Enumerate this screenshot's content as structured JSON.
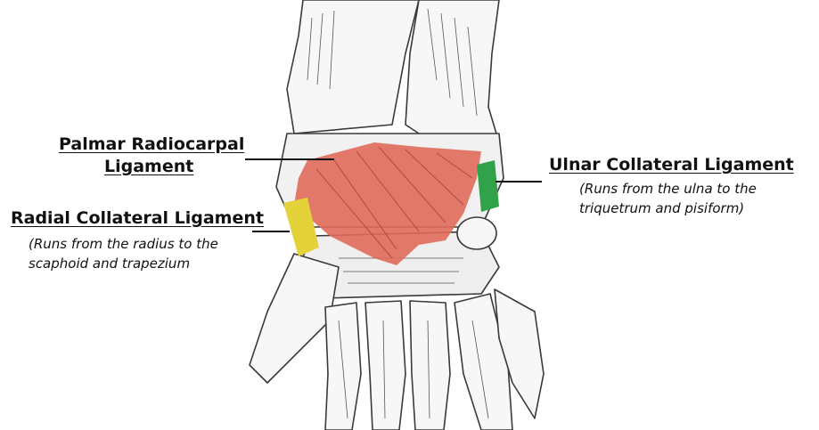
{
  "colors": {
    "palmar_radiocarpal": "#e06a5a",
    "ulnar_collateral": "#2fa24a",
    "radial_collateral": "#e4d23a",
    "bone_line": "#3a3a3a"
  },
  "labels": {
    "palmar": {
      "line1": "Palmar Radiocarpal",
      "line2": "Ligament"
    },
    "ulnar": {
      "title": "Ulnar Collateral Ligament",
      "desc1": "(Runs from the ulna to the",
      "desc2": "triquetrum and pisiform)"
    },
    "radial": {
      "title": "Radial Collateral Ligament",
      "desc1": "(Runs from the radius to the",
      "desc2": "scaphoid and trapezium"
    }
  }
}
